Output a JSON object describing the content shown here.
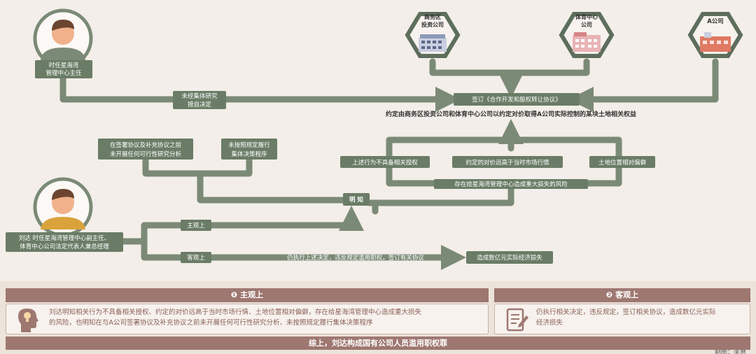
{
  "nodes": {
    "official_top": "时任星海湾管理中心主任",
    "official_top_lines": [
      "时任星海湾",
      "管理中心主任"
    ],
    "company_commerce_lines": [
      "商务区",
      "投资公司"
    ],
    "company_sports_lines": [
      "体育中心",
      "公司"
    ],
    "company_a": "A公司",
    "label_no_research": [
      "未经集体研究",
      "擅自决定"
    ],
    "agreement": "签订《合作开发和股权转让协议》",
    "agreement_detail": "约定由商务区投资公司和体育中心公司以约定对价取得A公司实际控制的某块土地相关权益",
    "before_sign": [
      "在签署协议及补充协议之前",
      "未开展任何可行性研究分析"
    ],
    "no_procedure": [
      "未按照规定履行",
      "集体决策程序"
    ],
    "no_authority": "上述行为不具备相关授权",
    "price_high": "约定的对价远高于当时市场行情",
    "location_poor": "土地位置相对偏僻",
    "risk": "存在给星海湾管理中心造成重大损失的风险",
    "knowing": "明 知",
    "person_liuda": [
      "刘达 时任星海湾管理中心副主任、",
      "体育中心公司法定代表人兼总经理"
    ],
    "subjective_tag": "主观上",
    "objective_tag": "客观上",
    "objective_action": "仍执行上述决定，违反规定滥用职权，签订有关协议",
    "loss": "造成数亿元实际经济损失"
  },
  "summary": {
    "subjective_header": "❶ 主观上",
    "subjective_text": [
      "刘达明知相关行为不具备相关授权、约定的对价远高于当时市场行情、土地位置相对偏僻，存在给星海湾管理中心造成重大损失",
      "的风险，也明知在与A公司签署协议及补充协议之前未开展任何可行性研究分析、未按照规定履行集体决策程序"
    ],
    "objective_header": "❷ 客观上",
    "objective_text": [
      "仍执行相关决定，违反规定，签订相关协议，造成数亿元实际",
      "经济损失"
    ],
    "conclusion": "综上，刘达构成国有公司人员滥用职权罪",
    "credit": "制图：李慧"
  },
  "icons": [
    "person-avatar-icon",
    "office-building-icon",
    "factory-building-icon",
    "head-lightbulb-icon",
    "document-pen-icon"
  ],
  "colors": {
    "background": "#f3eee9",
    "connector": "#7b8a76",
    "label_fill": "#6a7c66",
    "accent": "#9e7771",
    "hex_ring": "#5e6e5c",
    "text_brown": "#8a5e57"
  }
}
